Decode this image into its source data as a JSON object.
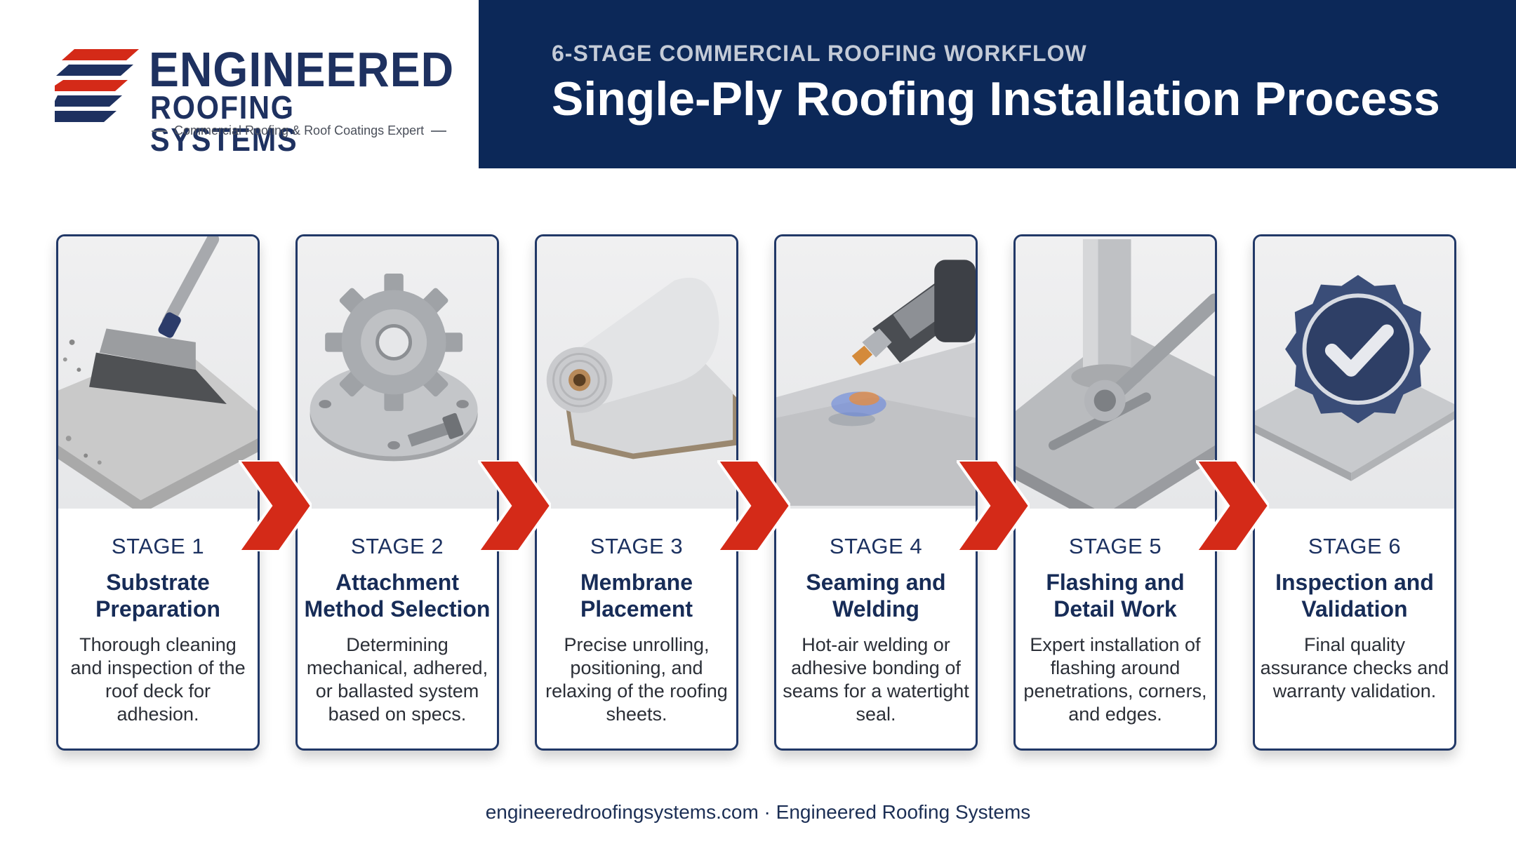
{
  "brand": {
    "line1": "ENGINEERED",
    "line2": "ROOFING SYSTEMS",
    "tagline": "Commercial Roofing & Roof Coatings Expert"
  },
  "banner": {
    "subtitle": "6-STAGE COMMERCIAL ROOFING WORKFLOW",
    "title": "Single-Ply Roofing Installation Process"
  },
  "stages": [
    {
      "label": "STAGE 1",
      "title": "Substrate Preparation",
      "desc": "Thorough cleaning and inspection of the roof deck for adhesion.",
      "icon": "broom-icon"
    },
    {
      "label": "STAGE 2",
      "title": "Attachment Method Selection",
      "desc": "Determining mechanical, adhered, or ballasted system based on specs.",
      "icon": "gear-icon"
    },
    {
      "label": "STAGE 3",
      "title": "Membrane Placement",
      "desc": "Precise unrolling, positioning, and relaxing of the roofing sheets.",
      "icon": "membrane-roll-icon"
    },
    {
      "label": "STAGE 4",
      "title": "Seaming and Welding",
      "desc": "Hot-air welding or adhesive bonding of seams for a watertight seal.",
      "icon": "heat-gun-icon"
    },
    {
      "label": "STAGE 5",
      "title": "Flashing and Detail Work",
      "desc": "Expert installation of flashing around penetrations, corners, and edges.",
      "icon": "wrench-pipe-icon"
    },
    {
      "label": "STAGE 6",
      "title": "Inspection and Validation",
      "desc": "Final quality assurance checks and warranty validation.",
      "icon": "checkmark-badge-icon"
    }
  ],
  "footer": "engineeredroofingsystems.com · Engineered Roofing Systems",
  "colors": {
    "navy": "#0c2858",
    "red": "#d42a18",
    "card_border": "#213867"
  }
}
